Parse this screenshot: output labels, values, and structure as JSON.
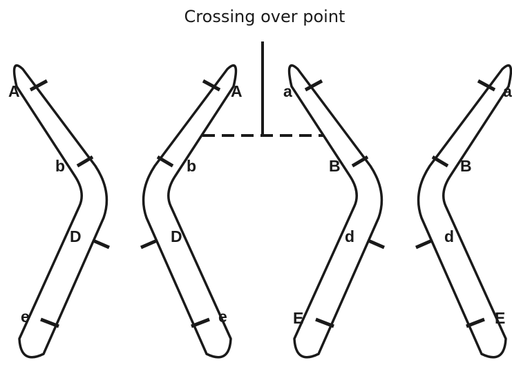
{
  "diagram": {
    "title": "Crossing over point",
    "chromosomes": [
      {
        "id": "left",
        "arm1": {
          "top": "A",
          "upper": "b",
          "lower": "D",
          "bottom": "e"
        },
        "arm2": {
          "top": "A",
          "upper": "b",
          "lower": "D",
          "bottom": "e"
        }
      },
      {
        "id": "right",
        "arm1": {
          "top": "a",
          "upper": "B",
          "lower": "d",
          "bottom": "E"
        },
        "arm2": {
          "top": "a",
          "upper": "B",
          "lower": "d",
          "bottom": "E"
        }
      }
    ]
  }
}
